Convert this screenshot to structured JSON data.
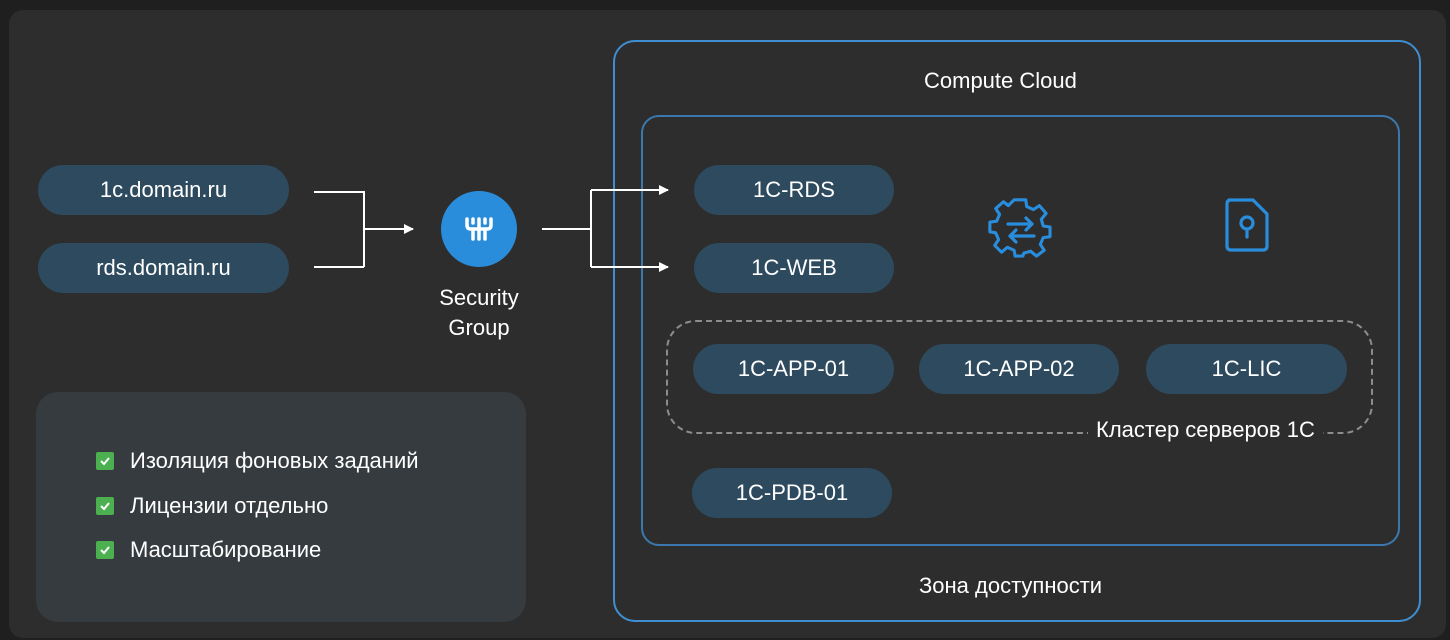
{
  "domains": [
    "1c.domain.ru",
    "rds.domain.ru"
  ],
  "security_group": {
    "line1": "Security",
    "line2": "Group",
    "icon": "security-group-icon"
  },
  "compute_cloud": {
    "title": "Compute Cloud",
    "zone_label": "Зона доступности"
  },
  "servers": {
    "rds": "1C-RDS",
    "web": "1C-WEB",
    "app01": "1C-APP-01",
    "app02": "1C-APP-02",
    "lic": "1C-LIC",
    "pdb": "1C-PDB-01"
  },
  "cluster_label": "Кластер серверов 1С",
  "icons": {
    "sync": "gear-sync-icon",
    "license": "license-file-icon"
  },
  "features": [
    "Изоляция фоновых заданий",
    "Лицензии отдельно",
    "Масштабирование"
  ],
  "colors": {
    "background": "#2d2d2d",
    "pill": "#2d4a5e",
    "accent": "#2a8ddb",
    "border": "#3f8fd0",
    "check": "#4caf50"
  }
}
